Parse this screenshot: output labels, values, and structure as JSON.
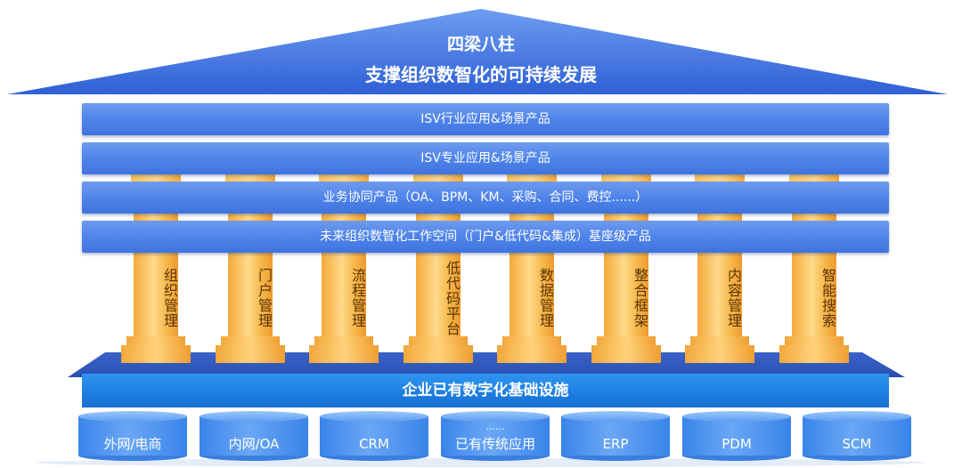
{
  "roof": {
    "title": "四梁八柱",
    "subtitle": "支撑组织数智化的可持续发展"
  },
  "beams": [
    "ISV行业应用&场景产品",
    "ISV专业应用&场景产品",
    "业务协同产品（OA、BPM、KM、采购、合同、费控......）",
    "未来组织数智化工作空间（门户&低代码&集成）基座级产品"
  ],
  "pillars": [
    "组织管理",
    "门户管理",
    "流程管理",
    "低代码平台",
    "数据管理",
    "整合框架",
    "内容管理",
    "智能搜索"
  ],
  "base": {
    "title": "企业已有数字化基础设施"
  },
  "systems": [
    {
      "label": "外网/电商",
      "sub": ""
    },
    {
      "label": "内网/OA",
      "sub": ""
    },
    {
      "label": "CRM",
      "sub": ""
    },
    {
      "label": "已有传统应用",
      "sub": "......"
    },
    {
      "label": "ERP",
      "sub": ""
    },
    {
      "label": "PDM",
      "sub": ""
    },
    {
      "label": "SCM",
      "sub": ""
    }
  ],
  "colors": {
    "roof": "#3a6ee0",
    "beam": "#4f84ea",
    "pillar": "#f6b74a",
    "platform": "#2d5bbf",
    "base_band": "#1e7fe2",
    "system": "#4a90ee"
  }
}
